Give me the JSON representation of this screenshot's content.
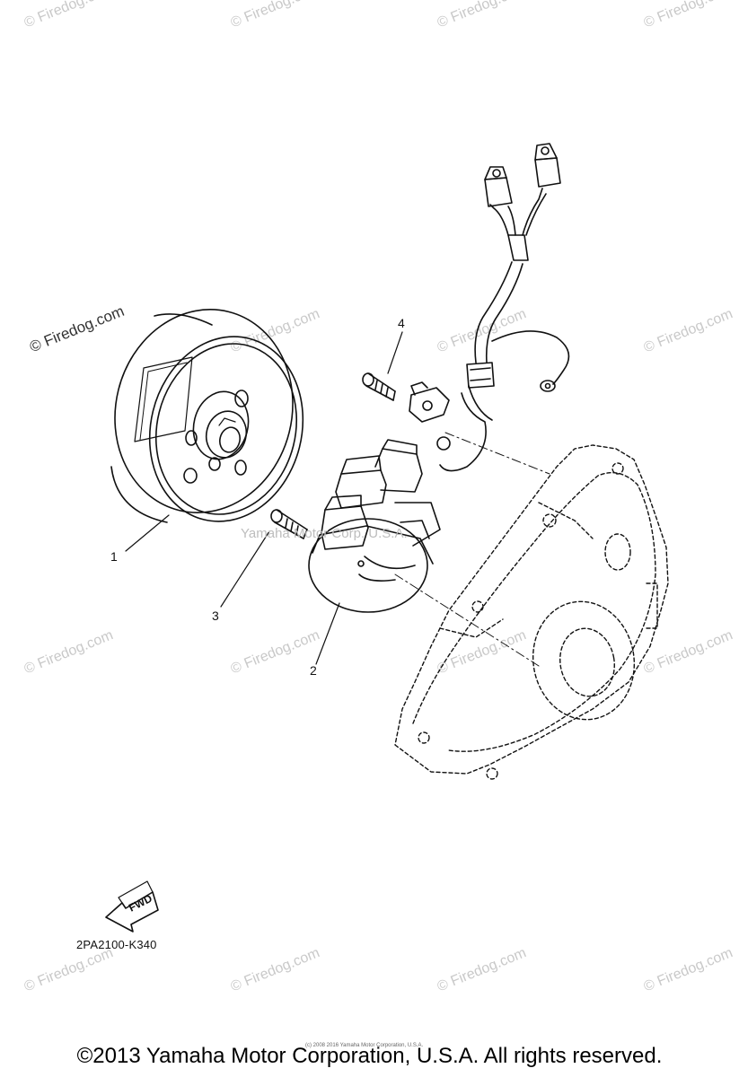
{
  "watermark_text": "© Firedog.com",
  "center_watermark": "Yamaha Motor Corp. U.S.A.",
  "callouts": [
    "1",
    "2",
    "3",
    "4"
  ],
  "fwd_label": "FWD",
  "part_code": "2PA2100-K340",
  "footer_small": "(c) 2008 2016 Yamaha Motor Corporation, U.S.A.",
  "copyright": "©2013 Yamaha Motor Corporation, U.S.A. All rights reserved.",
  "colors": {
    "line": "#111111",
    "watermark": "#c9c9c9",
    "background": "#ffffff"
  }
}
